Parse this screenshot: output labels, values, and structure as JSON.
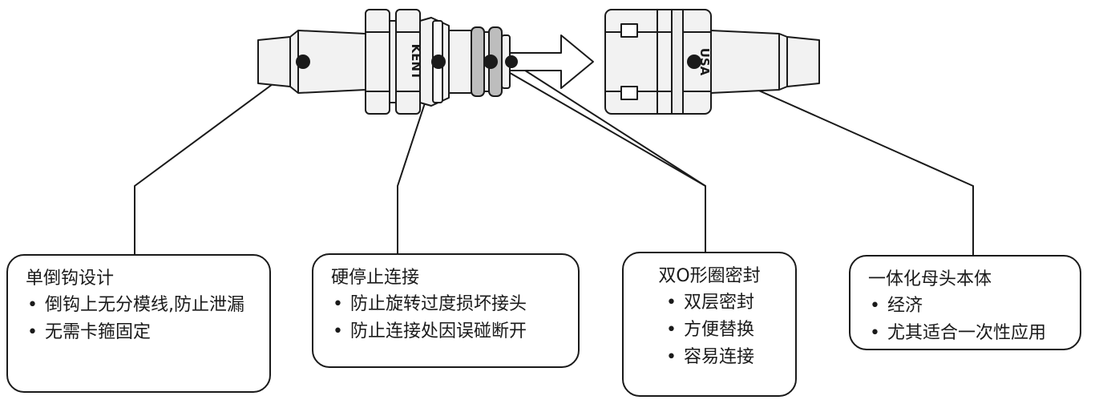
{
  "callouts": {
    "barb": {
      "title": "单倒钩设计",
      "bullets": [
        "倒钩上无分模线,防止泄漏",
        "无需卡箍固定"
      ]
    },
    "hard_stop": {
      "title": "硬停止连接",
      "bullets": [
        "防止旋转过度损坏接头",
        "防止连接处因误碰断开"
      ]
    },
    "double_oring": {
      "title": "双O形圈密封",
      "bullets": [
        "双层密封",
        "方便替换",
        "容易连接"
      ]
    },
    "one_piece_body": {
      "title": "一体化母头本体",
      "bullets": [
        "经济",
        "尤其适合一次性应用"
      ]
    }
  },
  "part_markings": {
    "male_brand": "KENT",
    "female_marking": "USA"
  },
  "colors": {
    "outline": "#1a1a1a",
    "body_fill": "#f2f2f2",
    "oring_fill": "#bdbdbd"
  }
}
